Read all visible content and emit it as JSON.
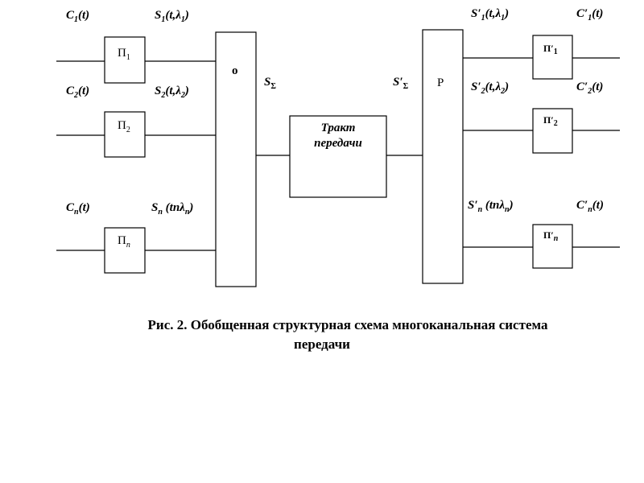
{
  "inputs": {
    "c1": {
      "base": "C",
      "sub": "1",
      "tail": "(t)"
    },
    "c2": {
      "base": "C",
      "sub": "2",
      "tail": "(t)"
    },
    "cn": {
      "base": "C",
      "sub": "n",
      "tail": "(t)"
    }
  },
  "modulated": {
    "s1": {
      "base": "S",
      "sub": "1",
      "mid": "(t,λ",
      "sub2": "1",
      "tail": ")"
    },
    "s2": {
      "base": "S",
      "sub": "2",
      "mid": "(t,λ",
      "sub2": "2",
      "tail": ")"
    },
    "sn": {
      "base": "S",
      "sub": "n",
      "mid": " (tnλ",
      "sub2": "n",
      "tail": ")"
    }
  },
  "sum_label": {
    "base": "S",
    "sub": "Σ"
  },
  "sum_label_rx": {
    "base": "S′",
    "sub": "Σ"
  },
  "blocks": {
    "p1": {
      "base": "П",
      "sub": "1"
    },
    "p2": {
      "base": "П",
      "sub": "2"
    },
    "pn": {
      "base": "П",
      "sub": "n"
    },
    "combiner": "о",
    "separator": "Р",
    "tract_line1": "Тракт",
    "tract_line2": "передачи",
    "rp1": {
      "base": "П′",
      "sub": "1"
    },
    "rp2": {
      "base": "П′",
      "sub": "2"
    },
    "rpn": {
      "base": "П′",
      "sub": "n"
    }
  },
  "rx_signals": {
    "s1": {
      "base": "S′",
      "sub": "1",
      "mid": "(t,λ",
      "sub2": "1",
      "tail": ")"
    },
    "s2": {
      "base": "S′",
      "sub": "2",
      "mid": "(t,λ",
      "sub2": "2",
      "tail": ")"
    },
    "sn": {
      "base": "S′",
      "sub": "n",
      "mid": " (tnλ",
      "sub2": "n",
      "tail": ")"
    }
  },
  "outputs": {
    "c1": {
      "base": "C′",
      "sub": "1",
      "tail": "(t)"
    },
    "c2": {
      "base": "C′",
      "sub": "2",
      "tail": "(t)"
    },
    "cn": {
      "base": "C′",
      "sub": "n",
      "tail": "(t)"
    }
  },
  "caption": {
    "line1": "Рис. 2. Обобщенная структурная схема многоканальная система",
    "line2": "передачи"
  }
}
